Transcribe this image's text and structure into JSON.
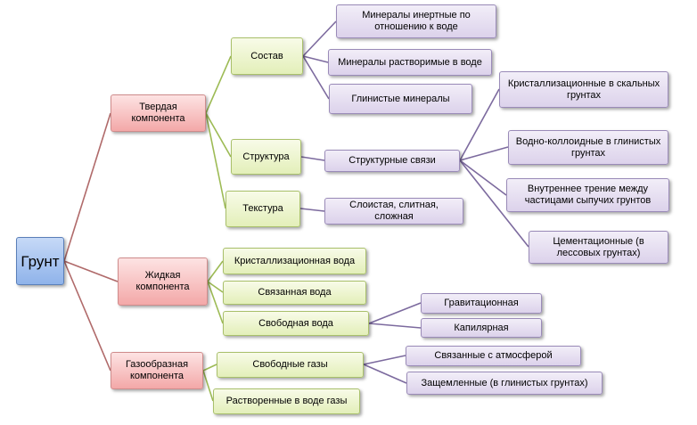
{
  "colors": {
    "root_link": "#b06a6a",
    "green_link": "#9dbb55",
    "purple_link": "#7c6a9e"
  },
  "nodes": {
    "root": "Грунт",
    "solid": "Твердая компонента",
    "liquid": "Жидкая компонента",
    "gas": "Газообразная компонента",
    "composition": "Состав",
    "structure": "Структура",
    "texture": "Текстура",
    "minerals_inert": "Минералы инертные по отношению к воде",
    "minerals_soluble": "Минералы растворимые в воде",
    "clay_minerals": "Глинистые минералы",
    "structural_bonds": "Структурные связи",
    "crystallization_rock": "Кристаллизационные в скальных грунтах",
    "water_colloid": "Водно-коллоидные в глинистых грунтах",
    "internal_friction": "Внутреннее трение между частицами сыпучих грунтов",
    "cementation": "Цементационные (в лессовых грунтах)",
    "texture_types": "Слоистая, слитная, сложная",
    "crystallization_water": "Кристаллизационная вода",
    "bound_water": "Связанная вода",
    "free_water": "Свободная вода",
    "gravitational": "Гравитационная",
    "capillary": "Капилярная",
    "free_gases": "Свободные газы",
    "dissolved_gases": "Растворенные в воде газы",
    "atmosphere_linked": "Связанные с атмосферой",
    "trapped": "Защемленные  (в глинистых грунтах)"
  }
}
